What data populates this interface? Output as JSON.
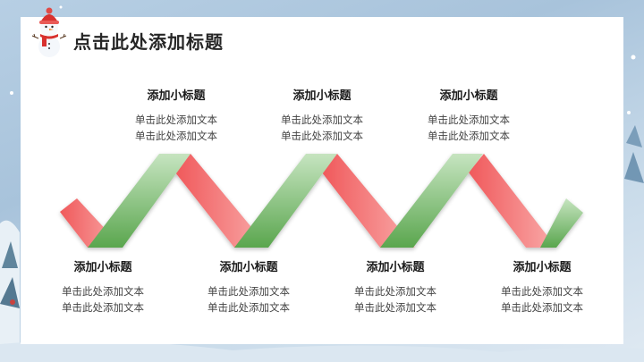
{
  "slide": {
    "title": "点击此处添加标题",
    "icon": "snowman-icon"
  },
  "colors": {
    "card_bg": "#ffffff",
    "ribbon_red": "#f0595b",
    "ribbon_red_light": "#f9a9a9",
    "ribbon_green": "#5fa852",
    "ribbon_green_light": "#c3e2bd",
    "background": "#a9c4dc"
  },
  "top_items": [
    {
      "heading": "添加小标题",
      "line1": "单击此处添加文本",
      "line2": "单击此处添加文本"
    },
    {
      "heading": "添加小标题",
      "line1": "单击此处添加文本",
      "line2": "单击此处添加文本"
    },
    {
      "heading": "添加小标题",
      "line1": "单击此处添加文本",
      "line2": "单击此处添加文本"
    }
  ],
  "bottom_items": [
    {
      "heading": "添加小标题",
      "line1": "单击此处添加文本",
      "line2": "单击此处添加文本"
    },
    {
      "heading": "添加小标题",
      "line1": "单击此处添加文本",
      "line2": "单击此处添加文本"
    },
    {
      "heading": "添加小标题",
      "line1": "单击此处添加文本",
      "line2": "单击此处添加文本"
    },
    {
      "heading": "添加小标题",
      "line1": "单击此处添加文本",
      "line2": "单击此处添加文本"
    }
  ]
}
